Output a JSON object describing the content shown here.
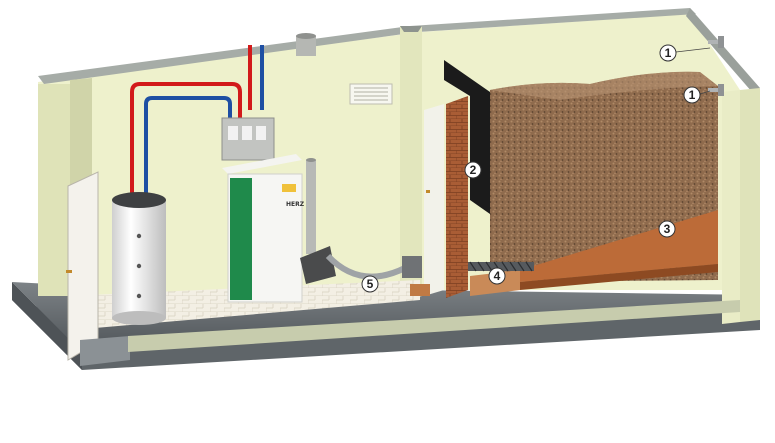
{
  "callouts": [
    {
      "id": "inlet-1a",
      "label": "1"
    },
    {
      "id": "inlet-1b",
      "label": "1"
    },
    {
      "id": "hatch",
      "label": "2"
    },
    {
      "id": "sloped-floor",
      "label": "3"
    },
    {
      "id": "auger",
      "label": "4"
    },
    {
      "id": "feed-hose",
      "label": "5"
    }
  ],
  "boiler": {
    "brand": "HERZ"
  },
  "colors": {
    "wall": "#ecf0c9",
    "wall_shade": "#d7dab0",
    "wall_top": "#9aa19c",
    "floor_base": "#6e7479",
    "tile": "#f1ece0",
    "boiler_green": "#1f8a4b",
    "pipe_hot": "#d21a1a",
    "pipe_cold": "#1e4fa3",
    "pellet": "#8e6a4c",
    "wood_panel": "#b86a3a",
    "brick": "#a55a34"
  }
}
